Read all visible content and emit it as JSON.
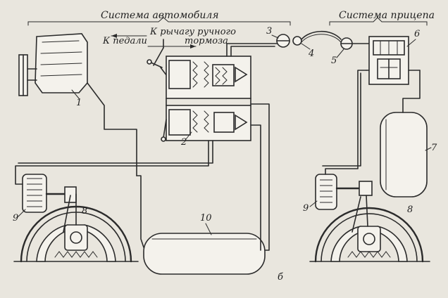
{
  "sections": {
    "vehicle": "Система автомобиля",
    "trailer": "Система прицепа"
  },
  "labels": {
    "to_pedal": "К педали",
    "to_lever": "К рычагу ручного",
    "to_lever_2": "тормоза"
  },
  "parts": [
    {
      "id": "compressor",
      "number": "1"
    },
    {
      "id": "brake-valve",
      "number": "2"
    },
    {
      "id": "connecting-head-vehicle",
      "number": "3"
    },
    {
      "id": "disconnect-valve",
      "number": "4"
    },
    {
      "id": "connecting-head-trailer",
      "number": "5"
    },
    {
      "id": "air-distributor",
      "number": "6"
    },
    {
      "id": "trailer-air-tank",
      "number": "7"
    },
    {
      "id": "brake-mechanism",
      "number": "8"
    },
    {
      "id": "brake-chamber",
      "number": "9"
    },
    {
      "id": "main-air-tank",
      "number": "10"
    }
  ],
  "figure_letter": "б"
}
